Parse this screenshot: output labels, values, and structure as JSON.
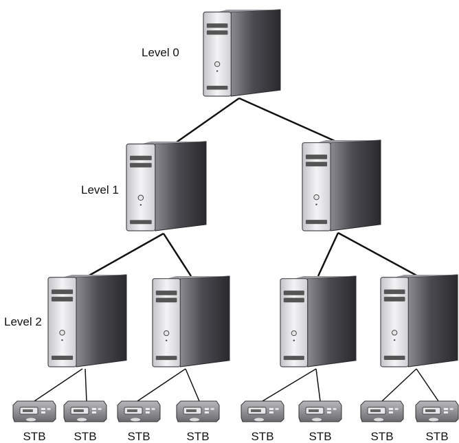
{
  "levels": {
    "level0": "Level 0",
    "level1": "Level 1",
    "level2": "Level 2"
  },
  "stb_labels": [
    "STB",
    "STB",
    "STB",
    "STB",
    "STB",
    "STB",
    "STB",
    "STB"
  ],
  "colors": {
    "server_dark": "#3a3a3e",
    "server_light": "#d8d8dc",
    "server_face": "#f2f2f4",
    "link": "#111111"
  },
  "icons": {
    "server": "server-tower-icon",
    "stb": "set-top-box-icon"
  }
}
